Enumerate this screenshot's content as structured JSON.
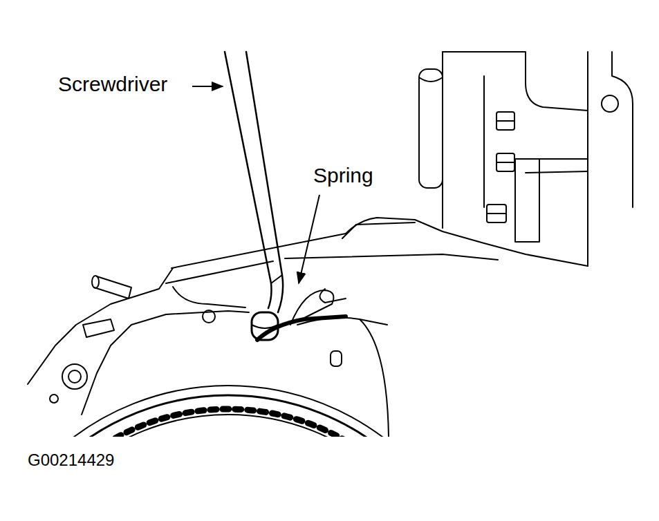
{
  "diagram": {
    "labels": [
      "Screwdriver",
      "Spring",
      "G00214429"
    ]
  }
}
